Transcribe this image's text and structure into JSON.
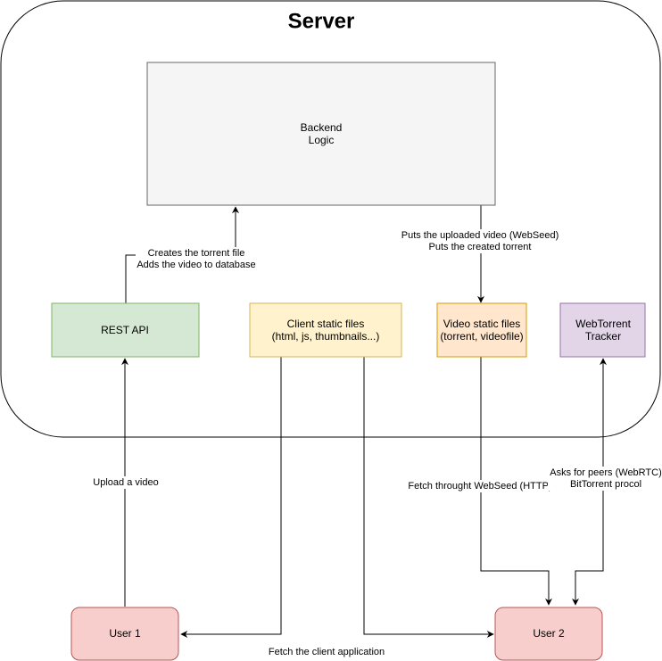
{
  "server": {
    "title": "Server"
  },
  "nodes": {
    "backend": {
      "line1": "Backend",
      "line2": "Logic",
      "fill": "#f5f5f5",
      "stroke": "#666666"
    },
    "rest_api": {
      "label": "REST API",
      "fill": "#d5e8d4",
      "stroke": "#82b366"
    },
    "client_static": {
      "line1": "Client static files",
      "line2": "(html, js, thumbnails...)",
      "fill": "#fff2cc",
      "stroke": "#d6b656"
    },
    "video_static": {
      "line1": "Video static files",
      "line2": "(torrent, videofile)",
      "fill": "#ffe6cc",
      "stroke": "#d79b00"
    },
    "tracker": {
      "line1": "WebTorrent",
      "line2": "Tracker",
      "fill": "#e1d5e7",
      "stroke": "#9673a6"
    },
    "user1": {
      "label": "User 1",
      "fill": "#f8cecc",
      "stroke": "#b85450"
    },
    "user2": {
      "label": "User 2",
      "fill": "#f8cecc",
      "stroke": "#b85450"
    }
  },
  "edges": {
    "rest_to_backend": {
      "line1": "Creates the torrent file",
      "line2": "Adds the video to database"
    },
    "backend_to_video": {
      "line1": "Puts the uploaded video (WebSeed)",
      "line2": "Puts the created torrent"
    },
    "user1_upload": {
      "label": "Upload a video"
    },
    "video_fetch": {
      "label": "Fetch throught WebSeed (HTTP)"
    },
    "tracker_peers": {
      "line1": "Asks for peers (WebRTC)",
      "line2": "BitTorrent procol"
    },
    "client_fetch": {
      "label": "Fetch the client application"
    }
  }
}
